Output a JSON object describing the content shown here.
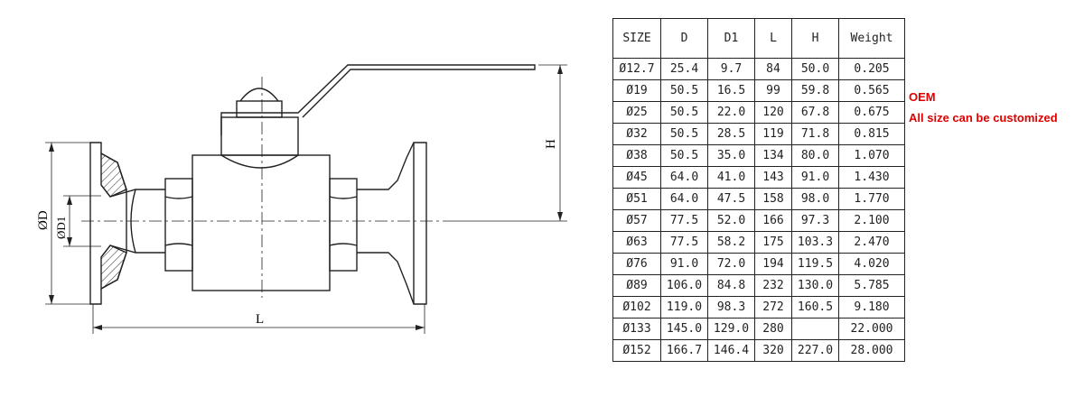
{
  "drawing": {
    "labels": {
      "d": "ØD",
      "d1": "ØD1",
      "l": "L",
      "h": "H"
    }
  },
  "table": {
    "headers": [
      "SIZE",
      "D",
      "D1",
      "L",
      "H",
      "Weight"
    ],
    "rows": [
      [
        "Ø12.7",
        "25.4",
        "9.7",
        "84",
        "50.0",
        "0.205"
      ],
      [
        "Ø19",
        "50.5",
        "16.5",
        "99",
        "59.8",
        "0.565"
      ],
      [
        "Ø25",
        "50.5",
        "22.0",
        "120",
        "67.8",
        "0.675"
      ],
      [
        "Ø32",
        "50.5",
        "28.5",
        "119",
        "71.8",
        "0.815"
      ],
      [
        "Ø38",
        "50.5",
        "35.0",
        "134",
        "80.0",
        "1.070"
      ],
      [
        "Ø45",
        "64.0",
        "41.0",
        "143",
        "91.0",
        "1.430"
      ],
      [
        "Ø51",
        "64.0",
        "47.5",
        "158",
        "98.0",
        "1.770"
      ],
      [
        "Ø57",
        "77.5",
        "52.0",
        "166",
        "97.3",
        "2.100"
      ],
      [
        "Ø63",
        "77.5",
        "58.2",
        "175",
        "103.3",
        "2.470"
      ],
      [
        "Ø76",
        "91.0",
        "72.0",
        "194",
        "119.5",
        "4.020"
      ],
      [
        "Ø89",
        "106.0",
        "84.8",
        "232",
        "130.0",
        "5.785"
      ],
      [
        "Ø102",
        "119.0",
        "98.3",
        "272",
        "160.5",
        "9.180"
      ],
      [
        "Ø133",
        "145.0",
        "129.0",
        "280",
        "",
        "22.000"
      ],
      [
        "Ø152",
        "166.7",
        "146.4",
        "320",
        "227.0",
        "28.000"
      ]
    ]
  },
  "notes": {
    "oem": "OEM",
    "custom": "All size can be customized",
    "color": "#e00000"
  }
}
